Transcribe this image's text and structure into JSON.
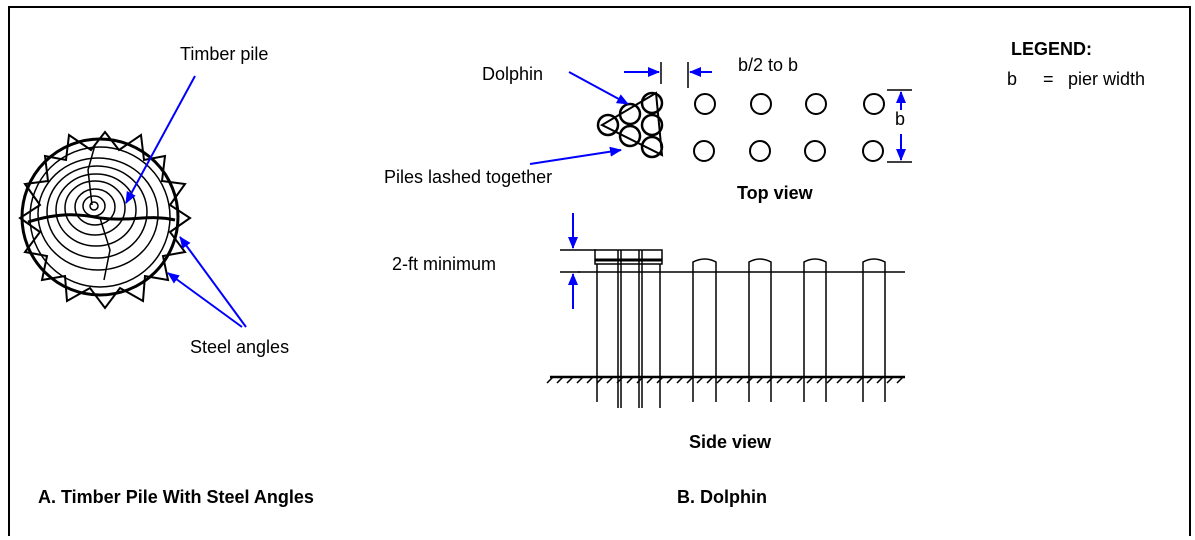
{
  "panel_a": {
    "timber_pile_label": "Timber pile",
    "steel_angles_label": "Steel angles",
    "caption": "A. Timber Pile With Steel Angles"
  },
  "panel_b": {
    "dolphin_label": "Dolphin",
    "piles_lashed_label": "Piles lashed together",
    "spacing_label": "b/2 to b",
    "b_label": "b",
    "top_view_label": "Top view",
    "min_label": "2-ft minimum",
    "side_view_label": "Side view",
    "caption": "B. Dolphin"
  },
  "legend": {
    "title": "LEGEND:",
    "symbol": "b",
    "equals": "=",
    "definition": "pier width"
  },
  "colors": {
    "ink": "#000000",
    "arrow": "#0000ff"
  }
}
